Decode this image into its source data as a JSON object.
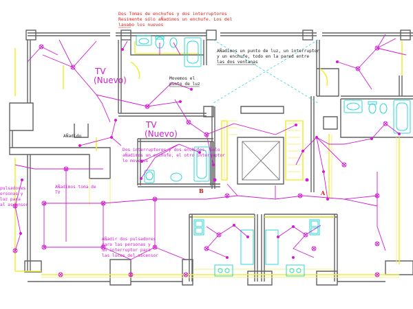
{
  "notes": {
    "top_red": [
      "Dos Tomas de enchufes y dos interruptores",
      "Resimente sólo aÑadimos un enchufe. Los del",
      "lavabo los nuevos"
    ],
    "punto_luz": [
      "AÑadimos un punto de luz, un interruptor",
      "y un enchufe, todo en la pared entre",
      "las dos ventanas"
    ],
    "movemos": [
      "Movemos el",
      "punto de luz"
    ],
    "interruptores": [
      "Dos interruptores y dos enchufes. Solo",
      "aÑadimos un enchufe, el otro interruptor",
      "lo movemos"
    ],
    "anadido": "AÑadido",
    "pulsadores_left": [
      "pulsadores",
      "ersonas y",
      "luz para",
      "al ascensor"
    ],
    "toma_tv": [
      "AÑadimos toma de",
      "TV"
    ],
    "pulsadores_bottom": [
      "AÑadir dos pulsadores",
      "para las personas y",
      "un interruptor para",
      "las luces del ascensor"
    ]
  },
  "tv_labels": {
    "tv_upper_line1": "TV",
    "tv_upper_line2": "(Nuevo)",
    "tv_lower_line1": "TV",
    "tv_lower_line2": "(Nuevo)"
  },
  "stair_marks": {
    "left": "B",
    "right": "A"
  },
  "colors": {
    "walls": "#606060",
    "furniture": "#f2ee3a",
    "wiring": "#d21bd2",
    "fixtures": "#27d7d7",
    "red_notes": "#e02020"
  }
}
